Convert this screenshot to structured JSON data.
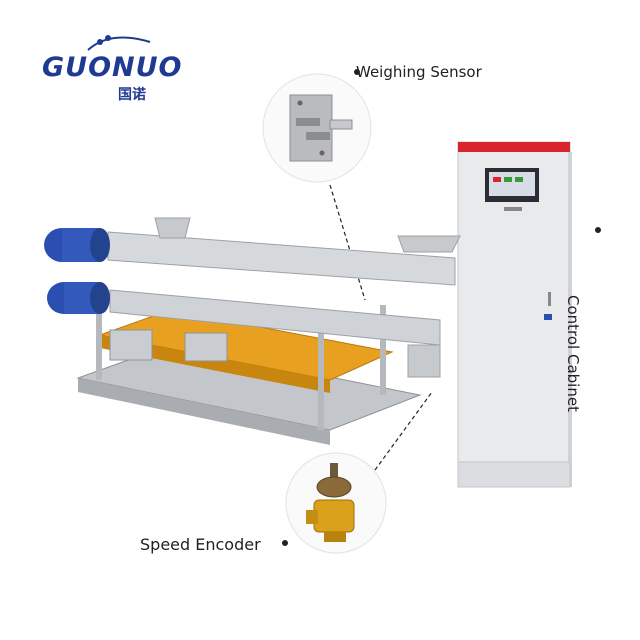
{
  "brand": {
    "name": "GUONUO",
    "name_cn": "国诺"
  },
  "callouts": {
    "weighing_sensor": "Weighing Sensor",
    "speed_encoder": "Speed Encoder",
    "control_cabinet": "Control Cabinet"
  },
  "colors": {
    "brand_blue": "#1f3a93",
    "motor_blue": "#2b4fb0",
    "frame_orange": "#e8a020",
    "machine_grey": "#c9ccd0",
    "cabinet_red": "#d9232d",
    "encoder_yellow": "#d9a21a"
  }
}
